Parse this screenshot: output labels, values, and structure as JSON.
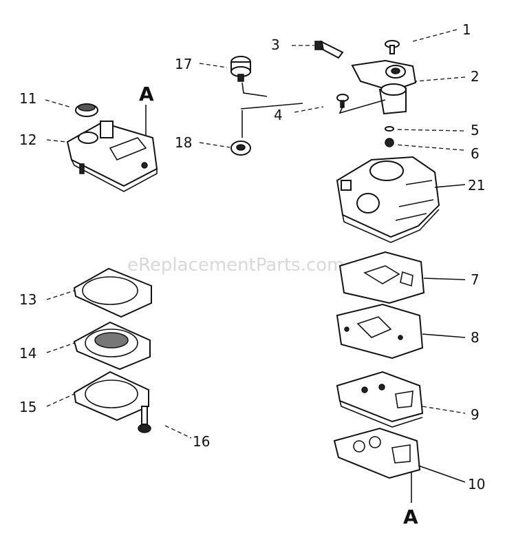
{
  "watermark": "eReplacementParts.com",
  "callouts": {
    "p1": "1",
    "p2": "2",
    "p3": "3",
    "p4": "4",
    "p5": "5",
    "p6": "6",
    "p7": "7",
    "p8": "8",
    "p9": "9",
    "p10": "10",
    "p11": "11",
    "p12": "12",
    "p13": "13",
    "p14": "14",
    "p15": "15",
    "p16": "16",
    "p17": "17",
    "p18": "18",
    "p21": "21"
  },
  "reference": {
    "top": "A",
    "bottom": "A"
  }
}
